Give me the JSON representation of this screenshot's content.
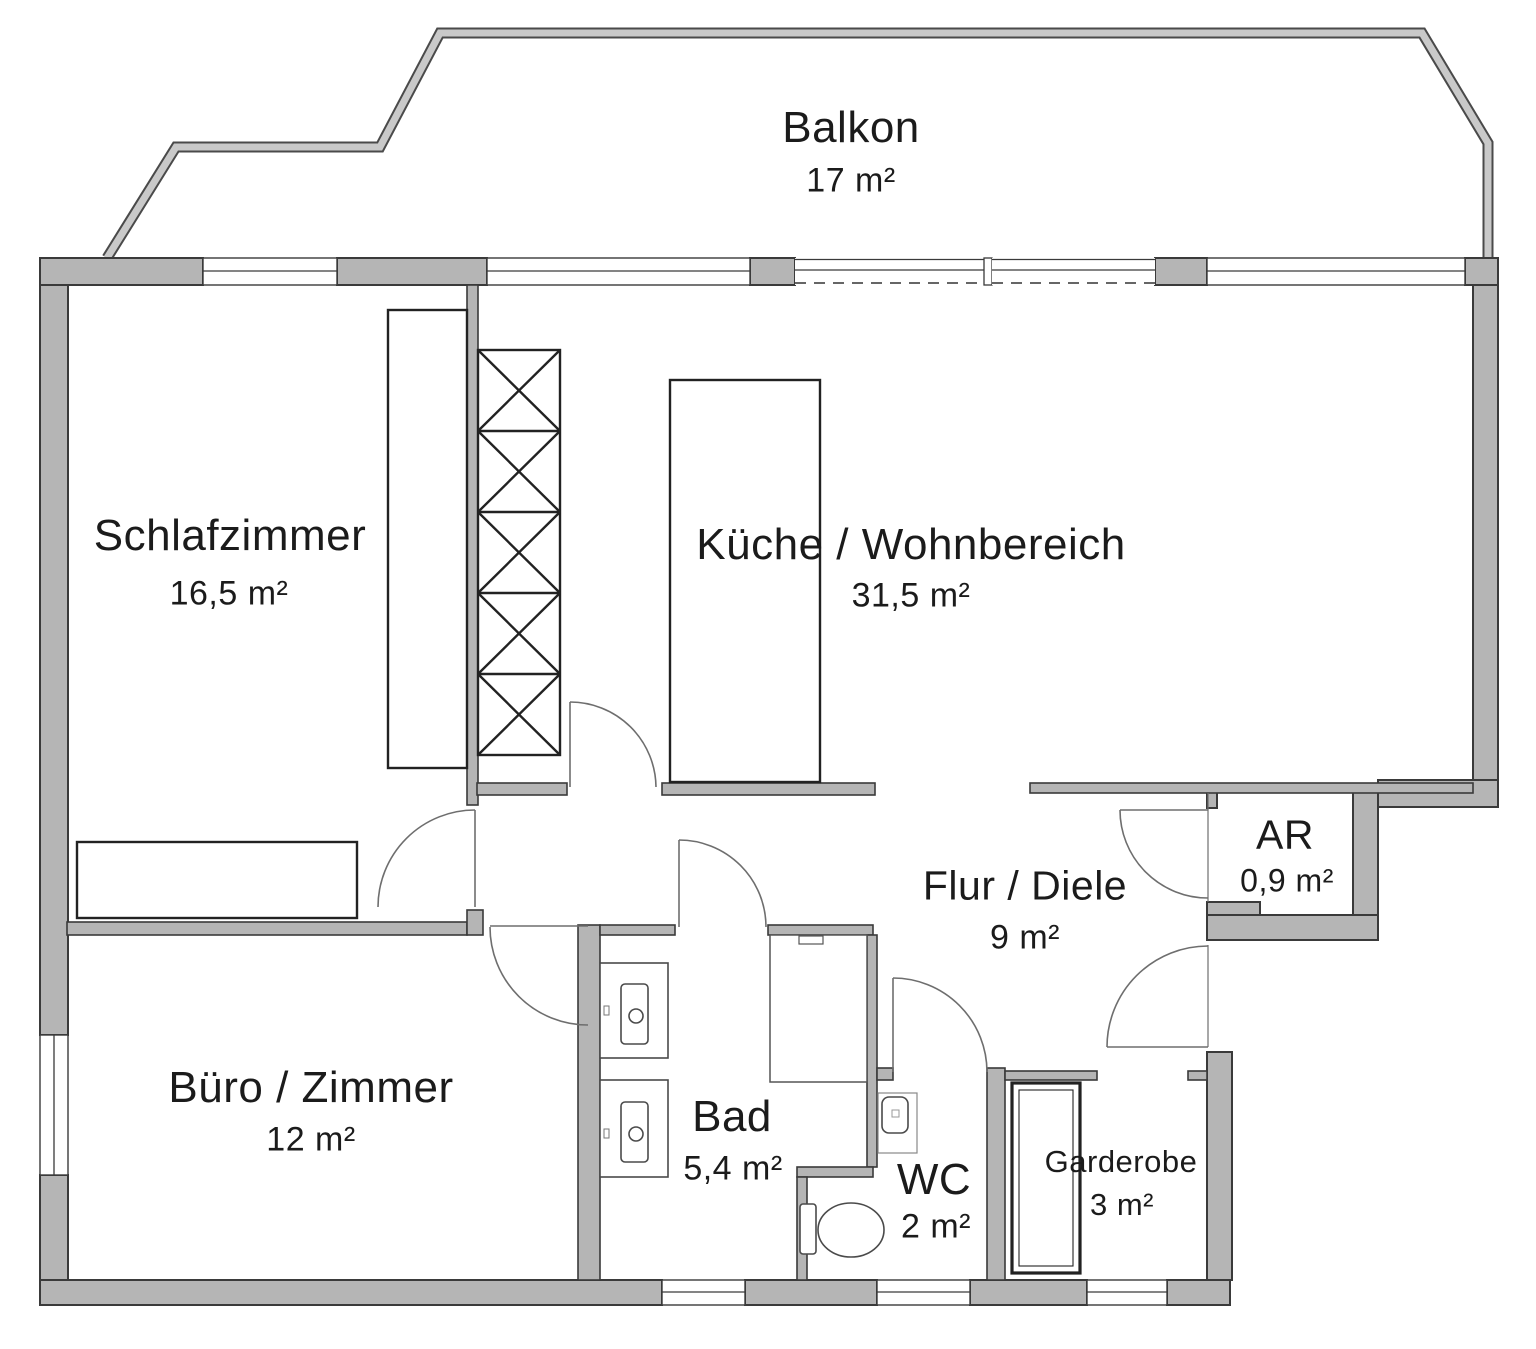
{
  "plan": {
    "rooms": [
      {
        "id": "balkon",
        "label": "Balkon",
        "area": "17 m²"
      },
      {
        "id": "schlafzimmer",
        "label": "Schlafzimmer",
        "area": "16,5 m²"
      },
      {
        "id": "kueche",
        "label": "Küche / Wohnbereich",
        "area": "31,5 m²"
      },
      {
        "id": "flur",
        "label": "Flur / Diele",
        "area": "9 m²"
      },
      {
        "id": "ar",
        "label": "AR",
        "area": "0,9 m²"
      },
      {
        "id": "buero",
        "label": "Büro / Zimmer",
        "area": "12 m²"
      },
      {
        "id": "bad",
        "label": "Bad",
        "area": "5,4 m²"
      },
      {
        "id": "wc",
        "label": "WC",
        "area": "2 m²"
      },
      {
        "id": "garderobe",
        "label": "Garderobe",
        "area": "3 m²"
      }
    ],
    "colors": {
      "background": "#ffffff",
      "wall_fill": "#b5b5b5",
      "wall_outline": "#3a3a3a",
      "railing_fill": "#c9c9c9",
      "railing_outline": "#4a4a4a",
      "furniture_line": "#222222",
      "door_line": "#6e6e6e",
      "text": "#1b1b1b"
    }
  }
}
